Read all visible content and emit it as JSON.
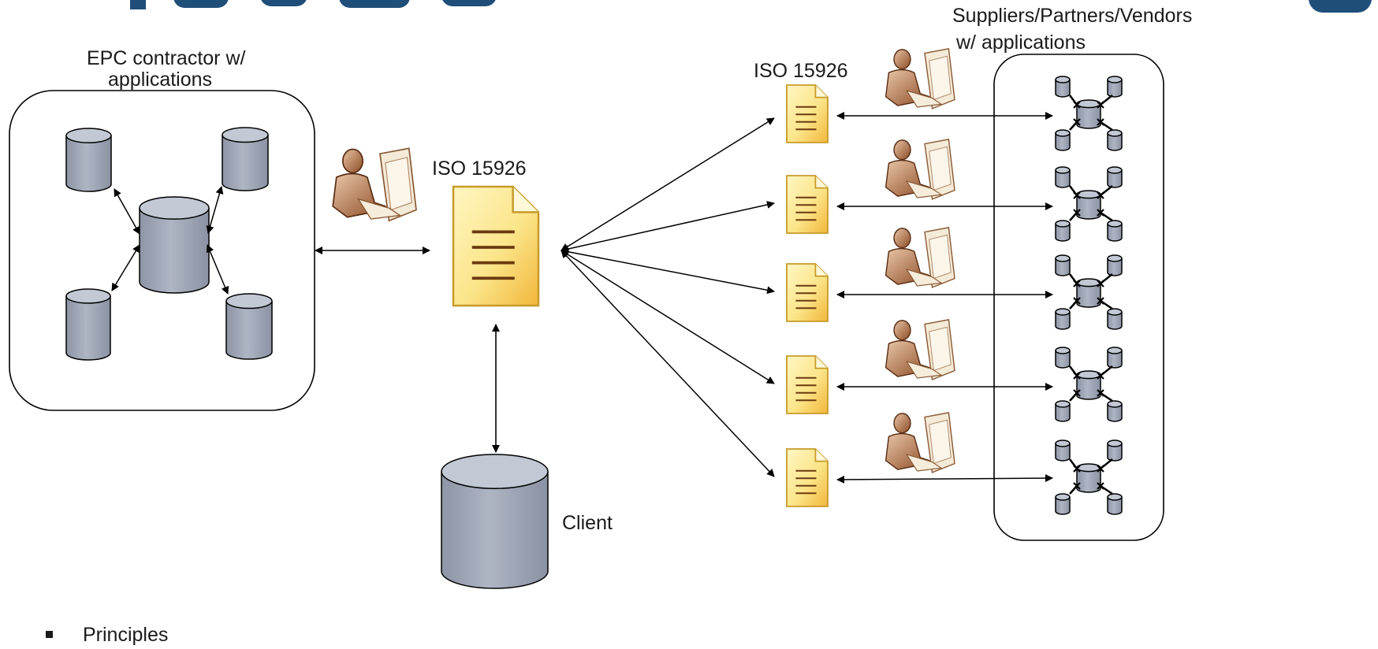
{
  "diagram": {
    "epc_label_line1": "EPC contractor w/",
    "epc_label_line2": "applications",
    "central_label": "ISO 15926",
    "right_doc_label": "ISO 15926",
    "suppliers_label_line1": "Suppliers/Partners/Vendors",
    "suppliers_label_line2": "w/ applications",
    "client_label": "Client",
    "bullet_text": "Principles",
    "supplier_rows": 5
  },
  "colors": {
    "cylinder_fill": "#a5acbb",
    "cylinder_top": "#c2c8d4",
    "doc_fill": "#fbe98a",
    "doc_line": "#6b3a10",
    "title_color": "#1f4e79",
    "person_skin": "#9c5a32"
  },
  "icons": {
    "database": "database-cylinder-icon",
    "document": "iso-document-icon",
    "person": "person-at-computer-icon",
    "bullet": "square-bullet-icon"
  }
}
